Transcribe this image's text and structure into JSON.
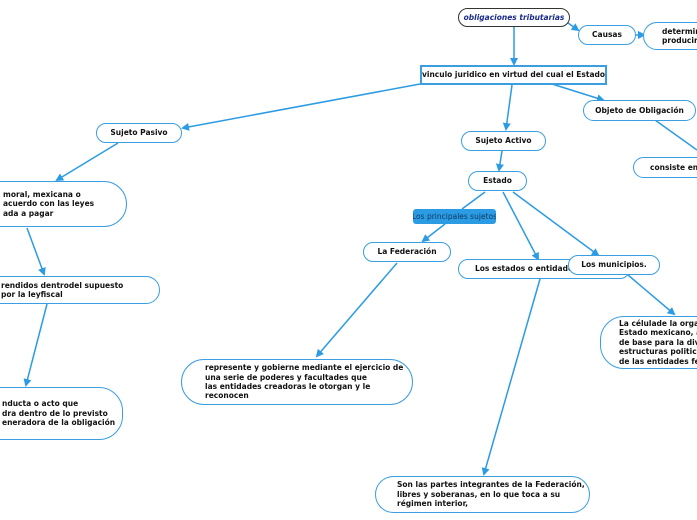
{
  "diagram": {
    "title": "obligaciones tributarias",
    "nodes": {
      "root": "obligaciones tributarias",
      "causas": "Causas",
      "determina": "determina\nproducir",
      "vinculo": "vinculo juridico en virtud del cual el Estado",
      "sujeto_pasivo": "Sujeto Pasivo",
      "sujeto_activo": "Sujeto Activo",
      "objeto": "Objeto de Obligación",
      "consiste": "consiste en l",
      "pasivo_def": "moral, mexicana o\nacuerdo con las leyes\nada a pagar",
      "comprendidos": "rendidos dentrodel supuesto\npor la leyfiscal",
      "conducta": "nducta o acto que\ndra dentro de lo previsto\neneradora de la obligación",
      "estado": "Estado",
      "principales": "Los principales sujetos",
      "federacion": "La Federación",
      "estados": "Los estados o entidades",
      "municipios": "Los municipios.",
      "federacion_def": "represente y gobierne mediante el ejercicio de\nuna serie de poderes y facultades que\nlas entidades creadoras le otorgan y le\nreconocen",
      "estados_def": "Son las partes integrantes de la Federación,\nlibres y soberanas, en lo que toca a su\nrégimen interior,",
      "municipios_def": "La célulade la organ\nEstado mexicano, al\nde base para la divis\nestructuras politicas\nde las entidades fed"
    },
    "colors": {
      "line": "#2b9be3",
      "node_border": "#3a9ee0",
      "root_border": "#333333",
      "label_fill": "#2b9be3"
    }
  }
}
